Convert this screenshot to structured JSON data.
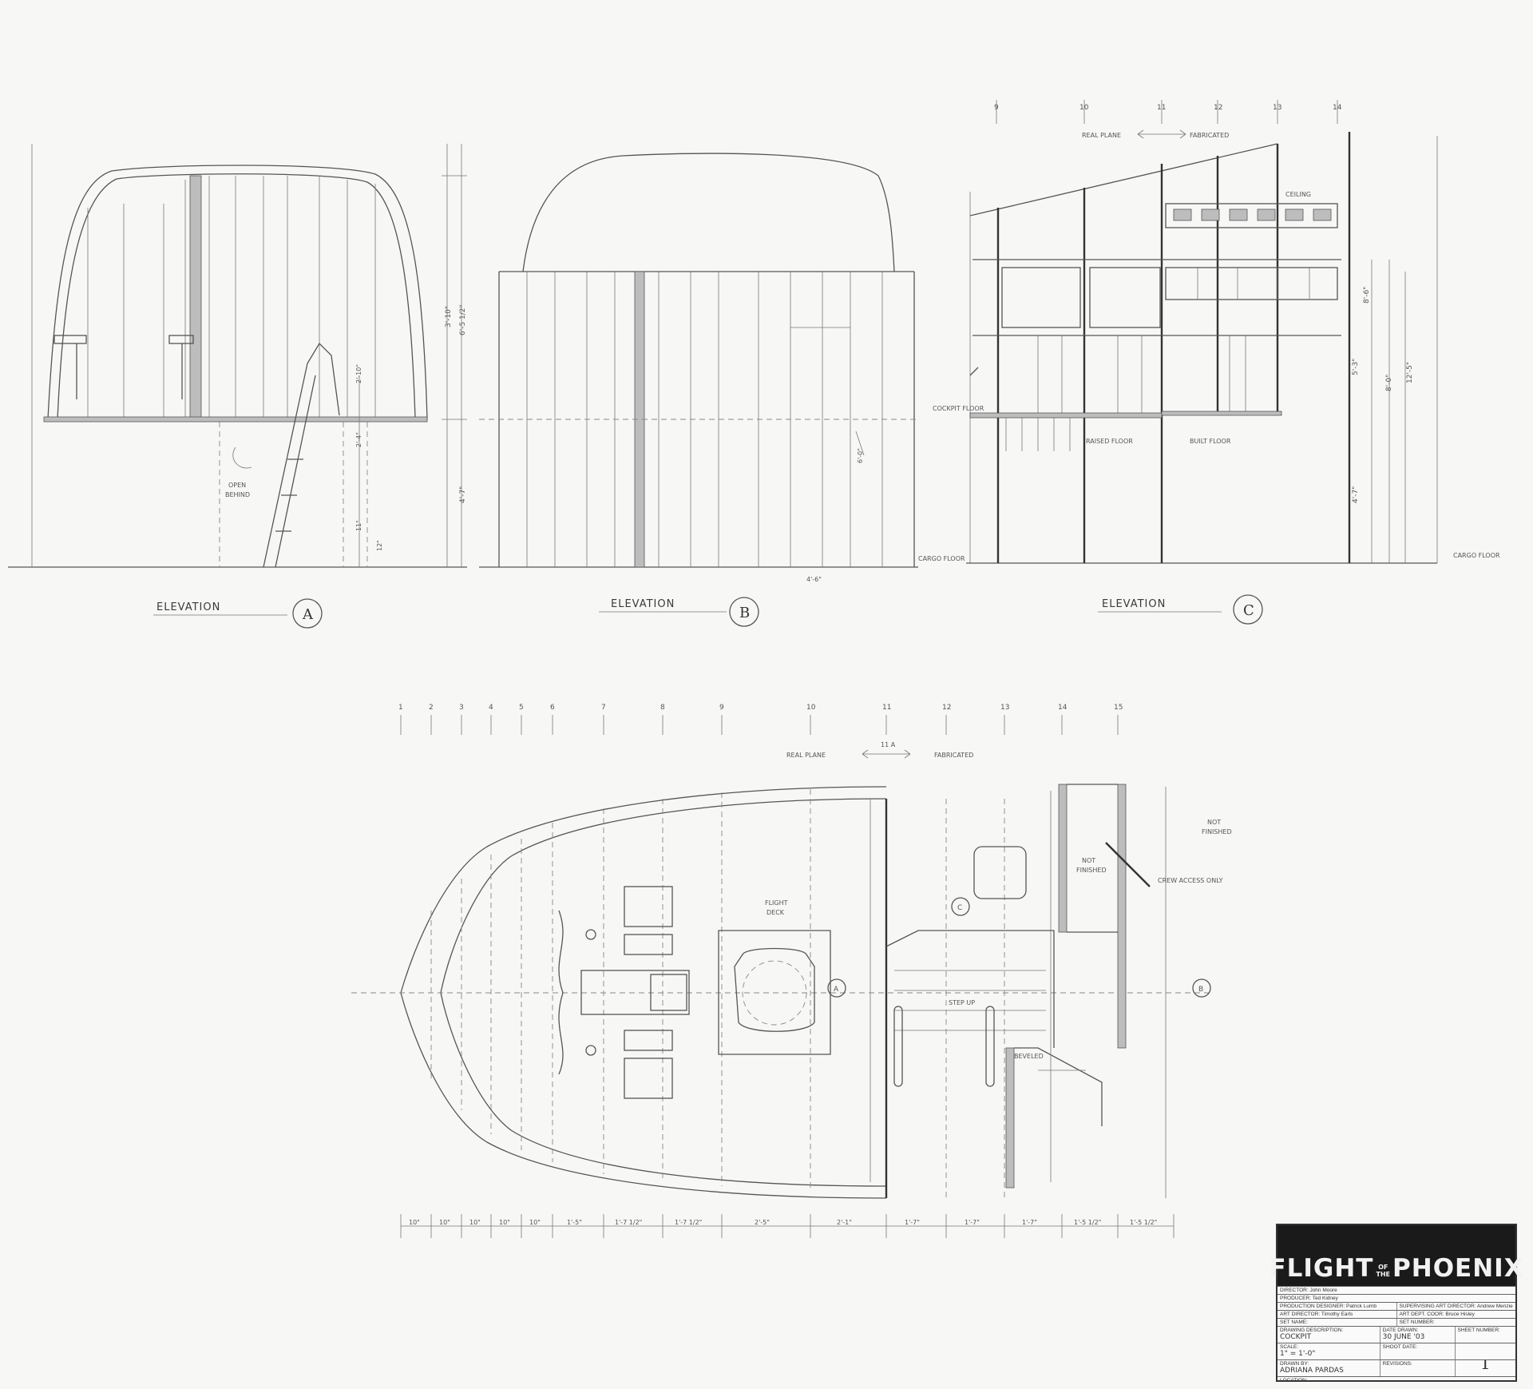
{
  "elevations": {
    "word": "ELEVATION",
    "a_marker": "A",
    "b_marker": "B",
    "c_marker": "C"
  },
  "annotations": {
    "open_behind_1": "OPEN",
    "open_behind_2": "BEHIND",
    "cockpit_floor": "COCKPIT FLOOR",
    "cargo_floor_1": "CARGO FLOOR",
    "cargo_floor_2": "CARGO FLOOR",
    "ceiling": "CEILING",
    "raised_floor": "RAISED FLOOR",
    "built_floor": "BUILT FLOOR",
    "real_plane_top": "REAL PLANE",
    "fabricated_top": "FABRICATED",
    "real_plane_plan": "REAL PLANE",
    "fabricated_plan": "FABRICATED",
    "not_finished_1a": "NOT",
    "not_finished_1b": "FINISHED",
    "not_finished_2a": "NOT",
    "not_finished_2b": "FINISHED",
    "crew_access": "CREW ACCESS ONLY",
    "step_up": "STEP UP",
    "flight_deck_1": "FLIGHT",
    "flight_deck_2": "DECK",
    "beveled": "BEVELED",
    "plan_marker_a": "A",
    "plan_marker_b": "B",
    "plan_marker_c": "C",
    "station_11a": "11 A"
  },
  "dimensions_elev_a": [
    "3'-10\"",
    "6'-5 1/2\"",
    "4'-7\"",
    "2'-10\"",
    "2'-4\"",
    "11\"",
    "12\""
  ],
  "dimensions_elev_b": [
    "6'-0\"",
    "4'-6\""
  ],
  "dimensions_elev_c": [
    "8'-6\"",
    "12'-5\"",
    "8'-0\"",
    "5'-3\"",
    "4'-7\""
  ],
  "top_stations": [
    "9",
    "10",
    "11",
    "12",
    "13",
    "14"
  ],
  "plan_stations": [
    "1",
    "2",
    "3",
    "4",
    "5",
    "6",
    "7",
    "8",
    "9",
    "10",
    "11",
    "12",
    "13",
    "14",
    "15"
  ],
  "plan_spacing": [
    "10\"",
    "10\"",
    "10\"",
    "10\"",
    "10\"",
    "1'-5\"",
    "1'-7 1/2\"",
    "1'-7 1/2\"",
    "2'-5\"",
    "2'-1\"",
    "1'-7\"",
    "1'-7\"",
    "1'-7\"",
    "1'-5 1/2\"",
    "1'-5 1/2\""
  ],
  "title_block": {
    "logo_word_1": "FLIGHT",
    "logo_of": "OF",
    "logo_the": "THE",
    "logo_word_2": "PHOENIX",
    "director": "DIRECTOR: John Moore",
    "producer": "PRODUCER: Ted Kidney",
    "production_designer": "PRODUCTION DESIGNER: Patrick Lumb",
    "supervising_art_director": "SUPERVISING ART DIRECTOR: Andrew Menzie",
    "art_director": "ART DIRECTOR: Timothy Earls",
    "art_dept_coord": "ART DEPT. COOR: Bruce Hisley",
    "set_name_label": "SET NAME:",
    "set_number_label": "SET NUMBER:",
    "drawing_description_label": "DRAWING DESCRIPTION:",
    "drawing_description": "COCKPIT",
    "date_drawn_label": "DATE DRAWN:",
    "date_drawn": "30 JUNE '03",
    "scale_label": "SCALE:",
    "scale": "1\" = 1'-0\"",
    "shoot_date_label": "SHOOT DATE:",
    "drawn_by_label": "DRAWN BY:",
    "drawn_by": "ADRIANA PARDAS",
    "location_label": "LOCATION:",
    "revisions_label": "REVISIONS:",
    "sheet_number_label": "SHEET NUMBER:",
    "sheet_number": "1"
  }
}
